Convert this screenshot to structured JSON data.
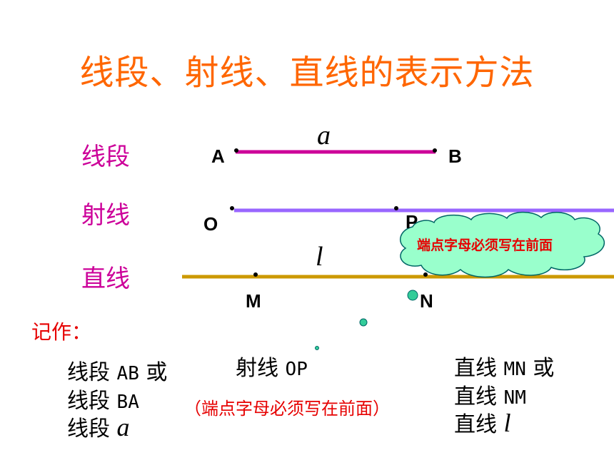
{
  "title": "线段、射线、直线的表示方法",
  "rows": {
    "segment_label": "线段",
    "ray_label": "射线",
    "line_label": "直线"
  },
  "points": {
    "A": "A",
    "B": "B",
    "O": "O",
    "P": "P",
    "M": "M",
    "N": "N"
  },
  "symbols": {
    "segment_var": "a",
    "line_var": "l"
  },
  "cloud_note": "端点字母必须写在前面",
  "notation": {
    "heading": "记作：",
    "segment": {
      "line1_prefix": "线段",
      "line1_code": "AB",
      "line1_suffix": "或",
      "line2_prefix": "线段",
      "line2_code": "BA",
      "line3_prefix": "线段",
      "line3_var": "a"
    },
    "ray": {
      "prefix": "射线",
      "code": "OP",
      "paren_note": "（端点字母必须写在前面）"
    },
    "line": {
      "line1_prefix": "直线",
      "line1_code": "MN",
      "line1_suffix": "或",
      "line2_prefix": "直线",
      "line2_code": "NM",
      "line3_prefix": "直线",
      "line3_var": "l"
    }
  },
  "colors": {
    "title": "#ff6600",
    "row_label": "#cc0099",
    "segment": "#cc0099",
    "ray": "#9966ff",
    "line": "#cc9900",
    "cloud_fill": "#99ffcc",
    "cloud_stroke": "#006666",
    "note_red": "#e60000"
  }
}
